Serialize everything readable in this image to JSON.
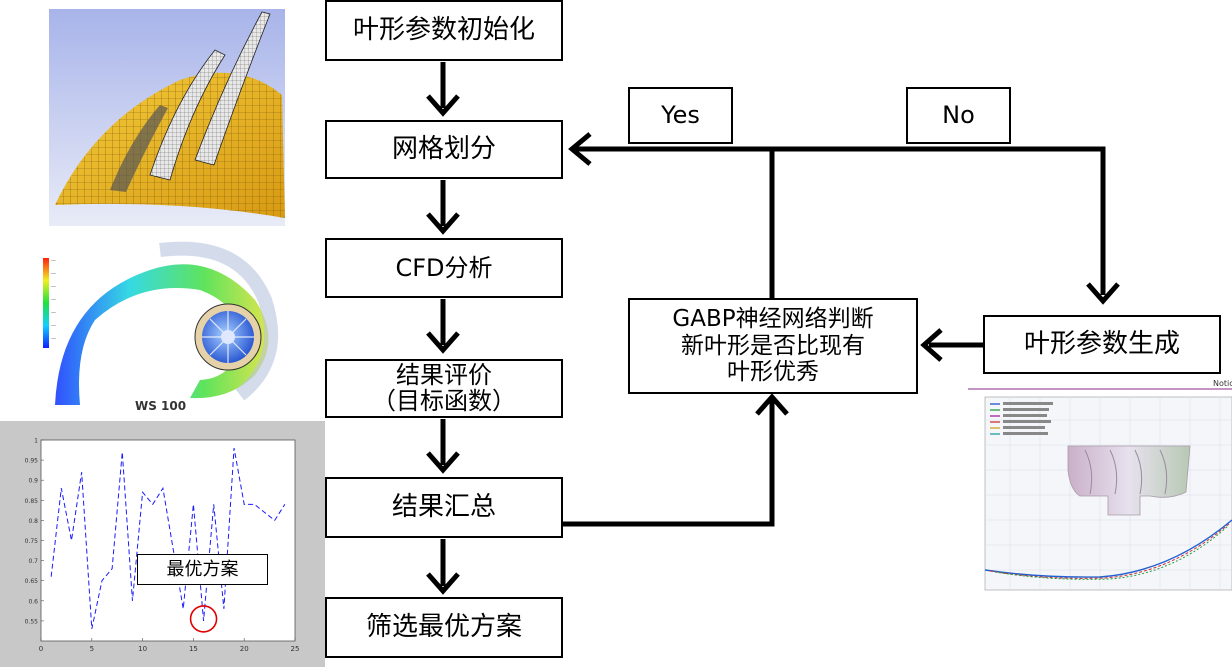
{
  "flow": {
    "init": "叶形参数初始化",
    "mesh": "网格划分",
    "cfd": "CFD分析",
    "eval_line1": "结果评价",
    "eval_line2": "（目标函数）",
    "summary": "结果汇总",
    "select": "筛选最优方案",
    "gabp_line1": "GABP神经网络判断",
    "gabp_line2": "新叶形是否比现有",
    "gabp_line3": "叶形优秀",
    "generate": "叶形参数生成",
    "yes": "Yes",
    "no": "No"
  },
  "images": {
    "optimal_label": "最优方案",
    "volute_caption": "WS 100",
    "chart_corner_label": "Notic"
  },
  "chart_data": {
    "type": "line",
    "x": [
      1,
      2,
      3,
      4,
      5,
      6,
      7,
      8,
      9,
      10,
      11,
      12,
      13,
      14,
      15,
      16,
      17,
      18,
      19,
      20,
      21,
      22,
      23,
      24
    ],
    "series": [
      {
        "values": [
          0.66,
          0.88,
          0.75,
          0.92,
          0.53,
          0.65,
          0.68,
          0.97,
          0.6,
          0.87,
          0.84,
          0.88,
          0.73,
          0.58,
          0.84,
          0.55,
          0.84,
          0.58,
          0.98,
          0.84,
          0.84,
          0.82,
          0.8,
          0.84
        ]
      }
    ],
    "xlim": [
      0,
      25
    ],
    "ylim": [
      0.5,
      1
    ],
    "xticks": [
      "0",
      "5",
      "10",
      "15",
      "20",
      "25"
    ],
    "yticks": [
      "0.55",
      "0.6",
      "0.65",
      "0.7",
      "0.75",
      "0.8",
      "0.85",
      "0.9",
      "0.95",
      "1"
    ],
    "highlight_x": 16,
    "line_color": "#1a1aff",
    "highlight_color": "#e00000"
  }
}
